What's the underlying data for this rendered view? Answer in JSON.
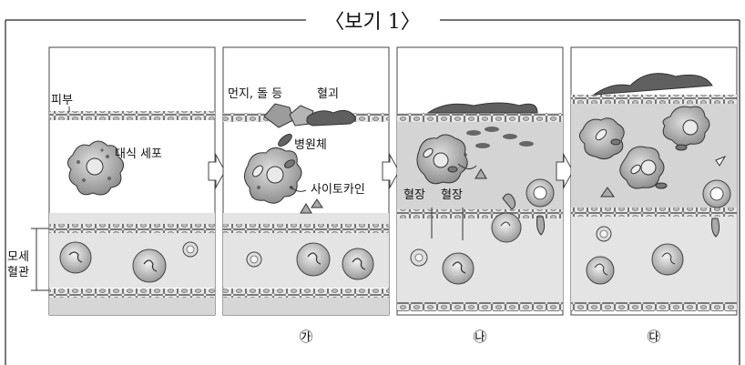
{
  "header": {
    "title": "〈보기 1〉"
  },
  "labels": {
    "skin": "피부",
    "macrophage": "대식 세포",
    "dust_stone": "먼지, 돌 등",
    "blood_clot": "혈괴",
    "pathogen": "병원체",
    "cytokine": "사이토카인",
    "plasma_1": "혈장",
    "plasma_2": "혈장",
    "capillary_line1": "모세",
    "capillary_line2": "혈관"
  },
  "panels": [
    {
      "caption": ""
    },
    {
      "caption": "㉮"
    },
    {
      "caption": "㉯"
    },
    {
      "caption": "㉰"
    }
  ],
  "colors": {
    "tissue_gray": "#dcdcdc",
    "cell_gray": "#bdbdbd",
    "clot_dark": "#5a5a5a",
    "line": "#333333"
  }
}
